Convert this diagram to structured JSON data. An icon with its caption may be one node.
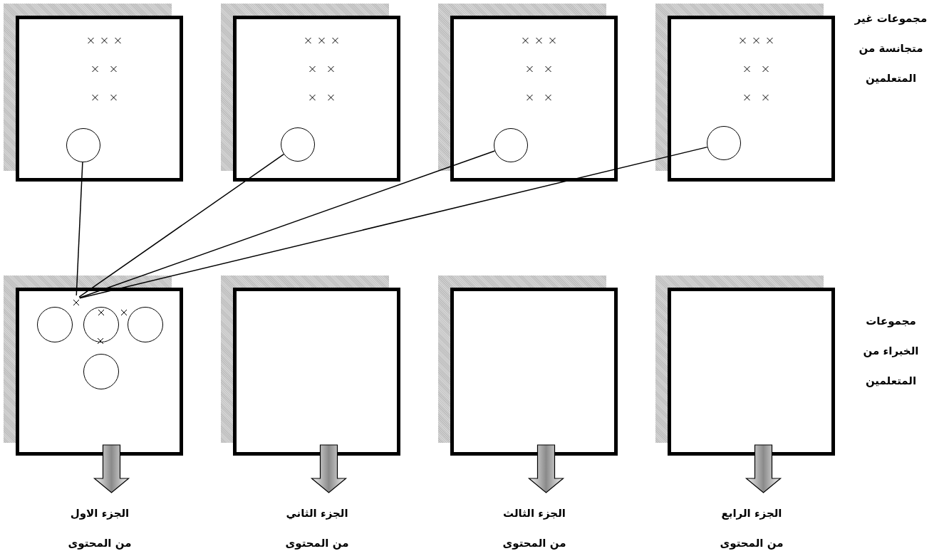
{
  "diagram": {
    "nodes": [
      {
        "text": [],
        "shape": "box"
      },
      {
        "text": [],
        "shape": "box"
      },
      {
        "text": [],
        "shape": "box"
      },
      {
        "text": [],
        "shape": "box"
      },
      {
        "text": [],
        "shape": "circle",
        "in": 0
      },
      {
        "text": [],
        "shape": "circle",
        "in": 1
      },
      {
        "text": [],
        "shape": "circle",
        "in": 2
      },
      {
        "text": [],
        "shape": "circle",
        "in": 3
      },
      {
        "text": [],
        "shape": "box"
      },
      {
        "text": [],
        "shape": "box"
      },
      {
        "text": [],
        "shape": "box"
      },
      {
        "text": [],
        "shape": "box"
      },
      {
        "text": [],
        "shape": "circle",
        "in": 8
      },
      {
        "text": [],
        "shape": "circle",
        "in": 8
      },
      {
        "text": [],
        "shape": "circle",
        "in": 8
      },
      {
        "text": [],
        "shape": "circle",
        "in": 8
      },
      {
        "text": [],
        "shape": "cross",
        "in": 8
      },
      {
        "text": [
          "الجزء الاول من المحتوى"
        ]
      },
      {
        "text": [
          "الجزء الثاني من المحتوى"
        ]
      },
      {
        "text": [
          "الجزء الثالث من المحتوى"
        ]
      },
      {
        "text": [
          "الجزء الرابع من المحتوى"
        ]
      }
    ],
    "edges": [
      {
        "from": 4,
        "to": 16,
        "arrow": "none"
      },
      {
        "from": 5,
        "to": 16,
        "arrow": "none"
      },
      {
        "from": 6,
        "to": 16,
        "arrow": "none"
      },
      {
        "from": 7,
        "to": 16,
        "arrow": "none"
      },
      {
        "from": 8,
        "to": 17,
        "arrow": "to",
        "style": "thick"
      },
      {
        "from": 9,
        "to": 18,
        "arrow": "to",
        "style": "thick"
      },
      {
        "from": 10,
        "to": 19,
        "arrow": "to",
        "style": "thick"
      },
      {
        "from": 11,
        "to": 20,
        "arrow": "to",
        "style": "thick"
      }
    ],
    "labels": [
      "مجموعات غير متجانسة من المتعلمين",
      "مجموعات الخبراء من المتعلمين"
    ]
  }
}
